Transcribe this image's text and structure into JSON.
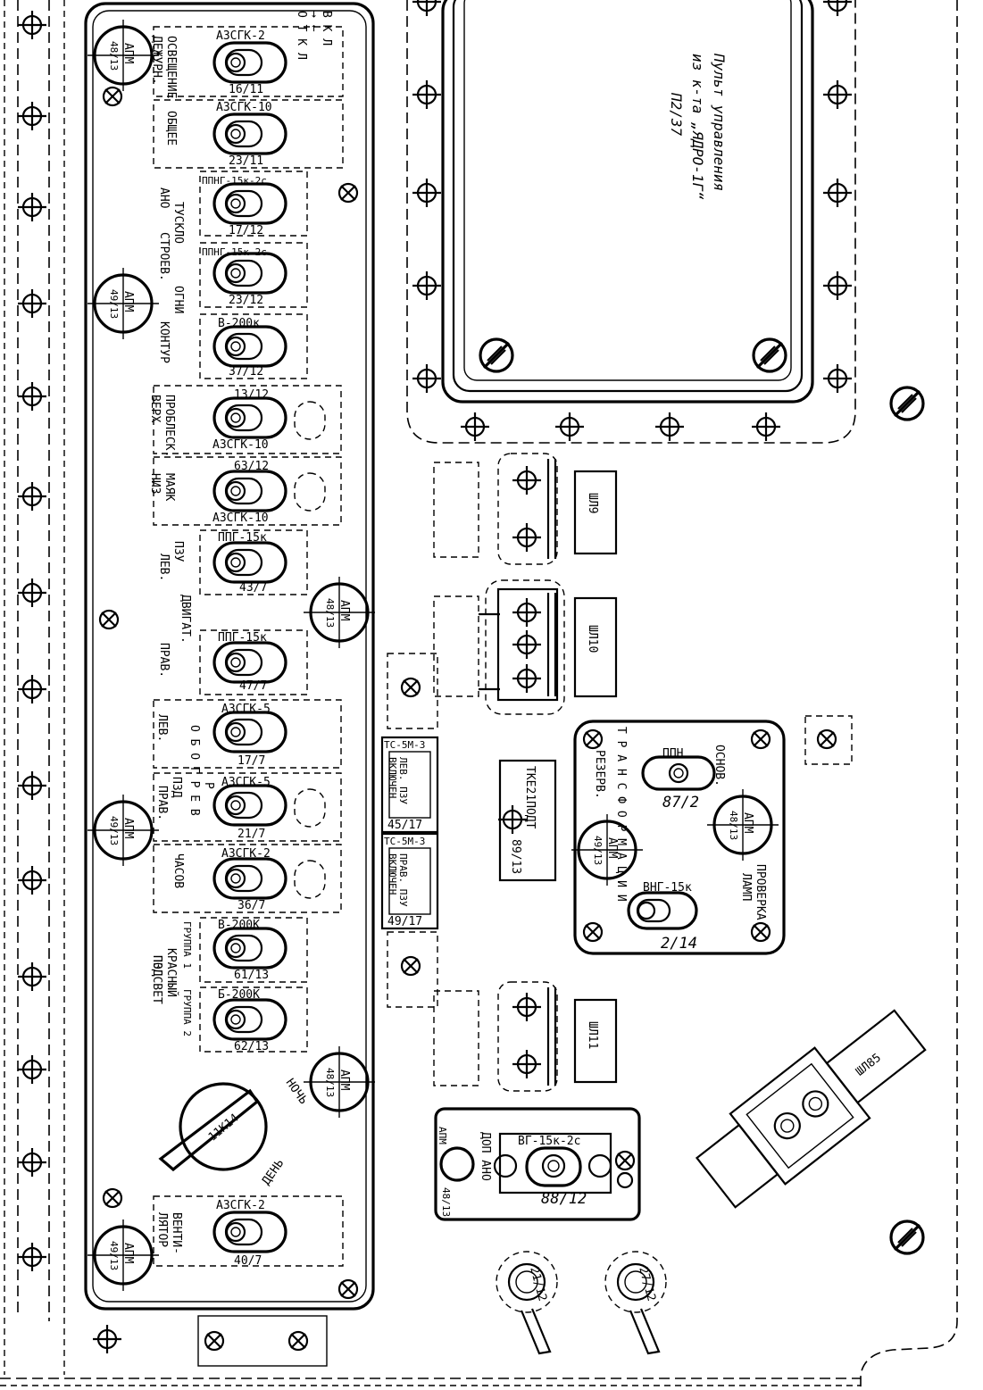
{
  "title": {
    "line1": "Пульт управления",
    "line2": "из к-та „ЯДРО-1Г“",
    "line3": "П2/37"
  },
  "breakers": {
    "apm_label": "АПМ",
    "a1": "48/13",
    "a2": "49/13",
    "a3": "48/13",
    "a4": "49/13",
    "a5": "48/13",
    "a6": "49/13",
    "a7": "48/13",
    "a8": "49/13",
    "a9": "48/13"
  },
  "legend": {
    "row1": "В К Л",
    "row2": "→ ←",
    "row3": "О Т К Л"
  },
  "switches": [
    {
      "type": "А3СГК-2",
      "fraction": "16/11",
      "label1": "ОСВЕЩЕНИЕ",
      "label2": "ДЕЖУРН."
    },
    {
      "type": "А3СГК-10",
      "fraction": "23/11",
      "label1": "ОБЩЕЕ",
      "label2": ""
    },
    {
      "type": "ППНГ-15к-2с",
      "fraction": "17/12",
      "label1": "ТУСКЛО",
      "label2": "АНО"
    },
    {
      "type": "ППНГ-15к-2с",
      "fraction": "23/12",
      "label1": "ОГНИ",
      "label2": "СТРОЕВ."
    },
    {
      "type": "В-200к",
      "fraction": "37/12",
      "label1": "КОНТУР",
      "label2": ""
    },
    {
      "type": "А3СГК-10",
      "fraction": "13/12",
      "label1": "ПРОБЛЕСК.",
      "label2": "ВЕРХ"
    },
    {
      "type": "А3СГК-10",
      "fraction": "63/12",
      "label1": "МАЯК",
      "label2": "НИЗ"
    },
    {
      "type": "ППГ-15к",
      "fraction": "43/7",
      "label1": "ПЗУ",
      "label2": "ЛЕВ."
    },
    {
      "type": "ППГ-15к",
      "fraction": "47/7",
      "label1": "ДВИГАТ.",
      "label2": "ПРАВ."
    },
    {
      "type": "А3СГК-5",
      "fraction": "17/7",
      "label1": "ЛЕВ.",
      "label2": ""
    },
    {
      "type": "А3СГК-5",
      "fraction": "21/7",
      "label1": "ПРАВ.",
      "label2": ""
    },
    {
      "type": "А3СГК-2",
      "fraction": "36/7",
      "label1": "ЧАСОВ",
      "label2": ""
    },
    {
      "type": "В-200К",
      "fraction": "61/13",
      "label1": "ГРУППА 1",
      "label2": "КРАСНЫЙ"
    },
    {
      "type": "Б-200К",
      "fraction": "62/13",
      "label1": "ГРУППА 2",
      "label2": "ПОДСВЕТ"
    },
    {
      "type": "А3СГК-2",
      "fraction": "40/7",
      "label1": "ВЕНТИ-",
      "label2": "ЛЯТОР"
    }
  ],
  "pzd": {
    "label": "ПЗД",
    "obogrev": "О Б О Г Р Е В",
    "p": "Р"
  },
  "rotary": {
    "type": "11К14",
    "night": "НОЧЬ",
    "day": "ДЕНЬ"
  },
  "connectors": {
    "sh9": "ШЛ9",
    "sh10": "ШЛ10",
    "sh11": "ШЛ11",
    "sh85": "ШЛ85"
  },
  "lamps": {
    "ts1_type": "ТС-5М-3",
    "ts1_text1": "ЛЕВ. ПЗУ",
    "ts1_text2": "ВКЛЮЧЕН",
    "ts1_frac": "45/17",
    "ts2_type": "ТС-5М-3",
    "ts2_text1": "ПРАВ. ПЗУ",
    "ts2_text2": "ВКЛЮЧЕН",
    "ts2_frac": "49/17"
  },
  "tke": {
    "text": "ТКЕ21ПОДТ",
    "frac": "89/13"
  },
  "transformer": {
    "letters": "Т Р А Н С Ф О Р М А Ц И И",
    "ppn": "ППН",
    "ppn_frac": "87/2",
    "osnov": "ОСНОВ.",
    "rezerv": "РЕЗЕРВ.",
    "vng": "ВНГ-15к",
    "vng_frac": "2/14",
    "check1": "ПРОВЕРКА",
    "check2": "ЛАМП"
  },
  "ano": {
    "apm": "АПМ",
    "label": "ДОП АНО",
    "type": "ВГ-15к-2с",
    "frac": "88/12",
    "apm_frac": "48/13"
  },
  "knobs": {
    "k1": "21/12",
    "k2": "27/12"
  }
}
